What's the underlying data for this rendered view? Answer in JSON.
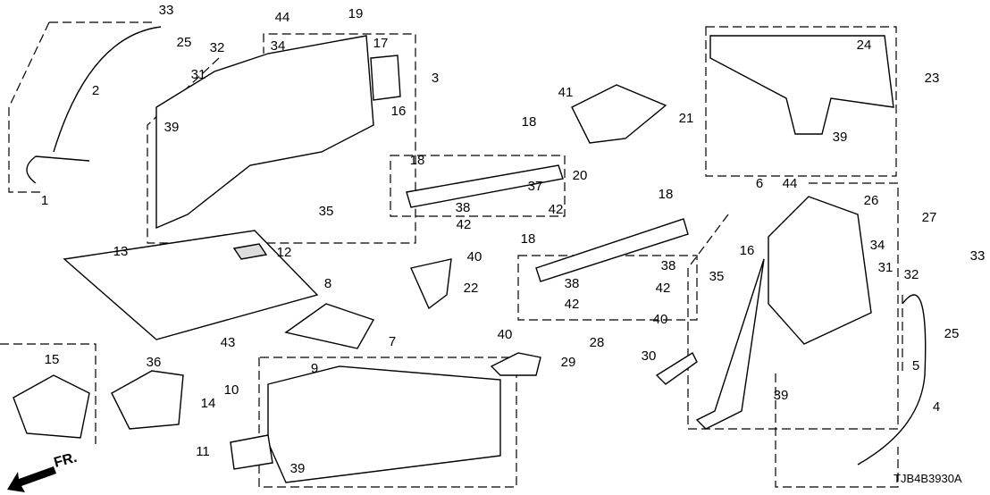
{
  "diagram": {
    "callouts": [
      "33",
      "25",
      "32",
      "2",
      "1",
      "44",
      "19",
      "34",
      "17",
      "31",
      "3",
      "16",
      "39",
      "35",
      "18",
      "41",
      "21",
      "18",
      "20",
      "37",
      "38",
      "42",
      "42",
      "12",
      "13",
      "8",
      "40",
      "22",
      "18",
      "18",
      "38",
      "38",
      "42",
      "42",
      "28",
      "35",
      "40",
      "40",
      "29",
      "43",
      "7",
      "36",
      "9",
      "10",
      "15",
      "14",
      "11",
      "39",
      "23",
      "24",
      "39",
      "6",
      "44",
      "26",
      "27",
      "34",
      "16",
      "32",
      "33",
      "31",
      "25",
      "5",
      "4",
      "30",
      "39"
    ],
    "direction_label": "FR.",
    "diagram_code": "TJB4B3930A"
  }
}
